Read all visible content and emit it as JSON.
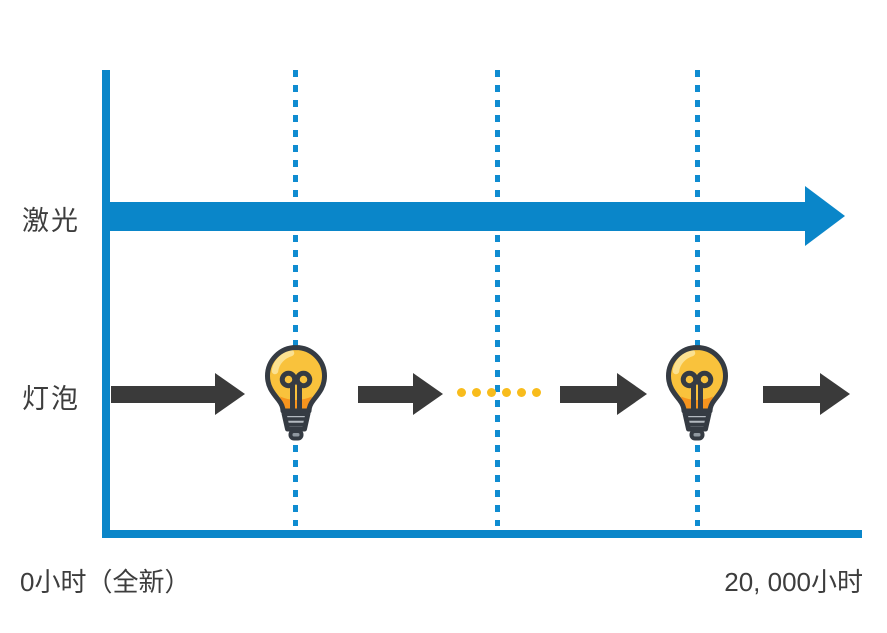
{
  "diagram": {
    "rows": [
      {
        "id": "laser",
        "label": "激光"
      },
      {
        "id": "bulb",
        "label": "灯泡"
      }
    ],
    "x_axis": {
      "start_label": "0小时（全新）",
      "end_label": "20, 000小时"
    },
    "gridlines_count": 3,
    "bulb_row": {
      "dots_count": 6,
      "bulb_count": 2,
      "arrow_count": 4
    },
    "icons": {
      "bulb": "light-bulb-icon"
    },
    "colors": {
      "axis_blue": "#0a86c9",
      "laser_blue": "#0a86c9",
      "dashed_blue": "#0f8cd1",
      "arrow_dark": "#3a3a3a",
      "dot_yellow": "#f8bc1c",
      "bulb_yellow": "#f9c23c",
      "bulb_orange": "#f7941e",
      "bulb_outline": "#353b43",
      "base_gray": "#b3b9c0",
      "text": "#3d3d3d"
    }
  }
}
